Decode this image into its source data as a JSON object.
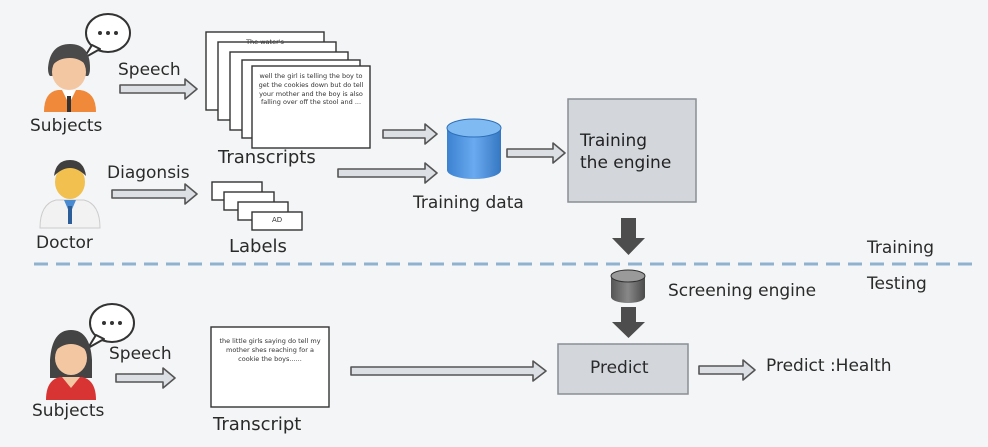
{
  "labels": {
    "speech_top": "Speech",
    "subjects_top": "Subjects",
    "diagnosis": "Diagonsis",
    "doctor": "Doctor",
    "transcripts": "Transcripts",
    "labels": "Labels",
    "training_data": "Training data",
    "training_engine_line1": "Training",
    "training_engine_line2": "the engine",
    "training": "Training",
    "testing": "Testing",
    "screening_engine": "Screening engine",
    "speech_bottom": "Speech",
    "subjects_bottom": "Subjects",
    "transcript": "Transcript",
    "predict": "Predict",
    "predict_health": "Predict :Health"
  },
  "documents": {
    "back_card_text": "The water's",
    "front_card_text": "well the girl is telling the boy to get the cookies down but do tell your mother and the boy is also falling over off the stool and ...",
    "label_card_text": "AD",
    "bottom_transcript_text": "the little girls saying do tell my mother shes reaching for a cookie the boys......"
  },
  "colors": {
    "accent_blue": "#4a90d9",
    "box_gray": "#d3d7dc",
    "arrow_gray": "#dcdfe3",
    "dark_arrow": "#4d4d4d",
    "dash_blue": "#8fb2d0"
  }
}
